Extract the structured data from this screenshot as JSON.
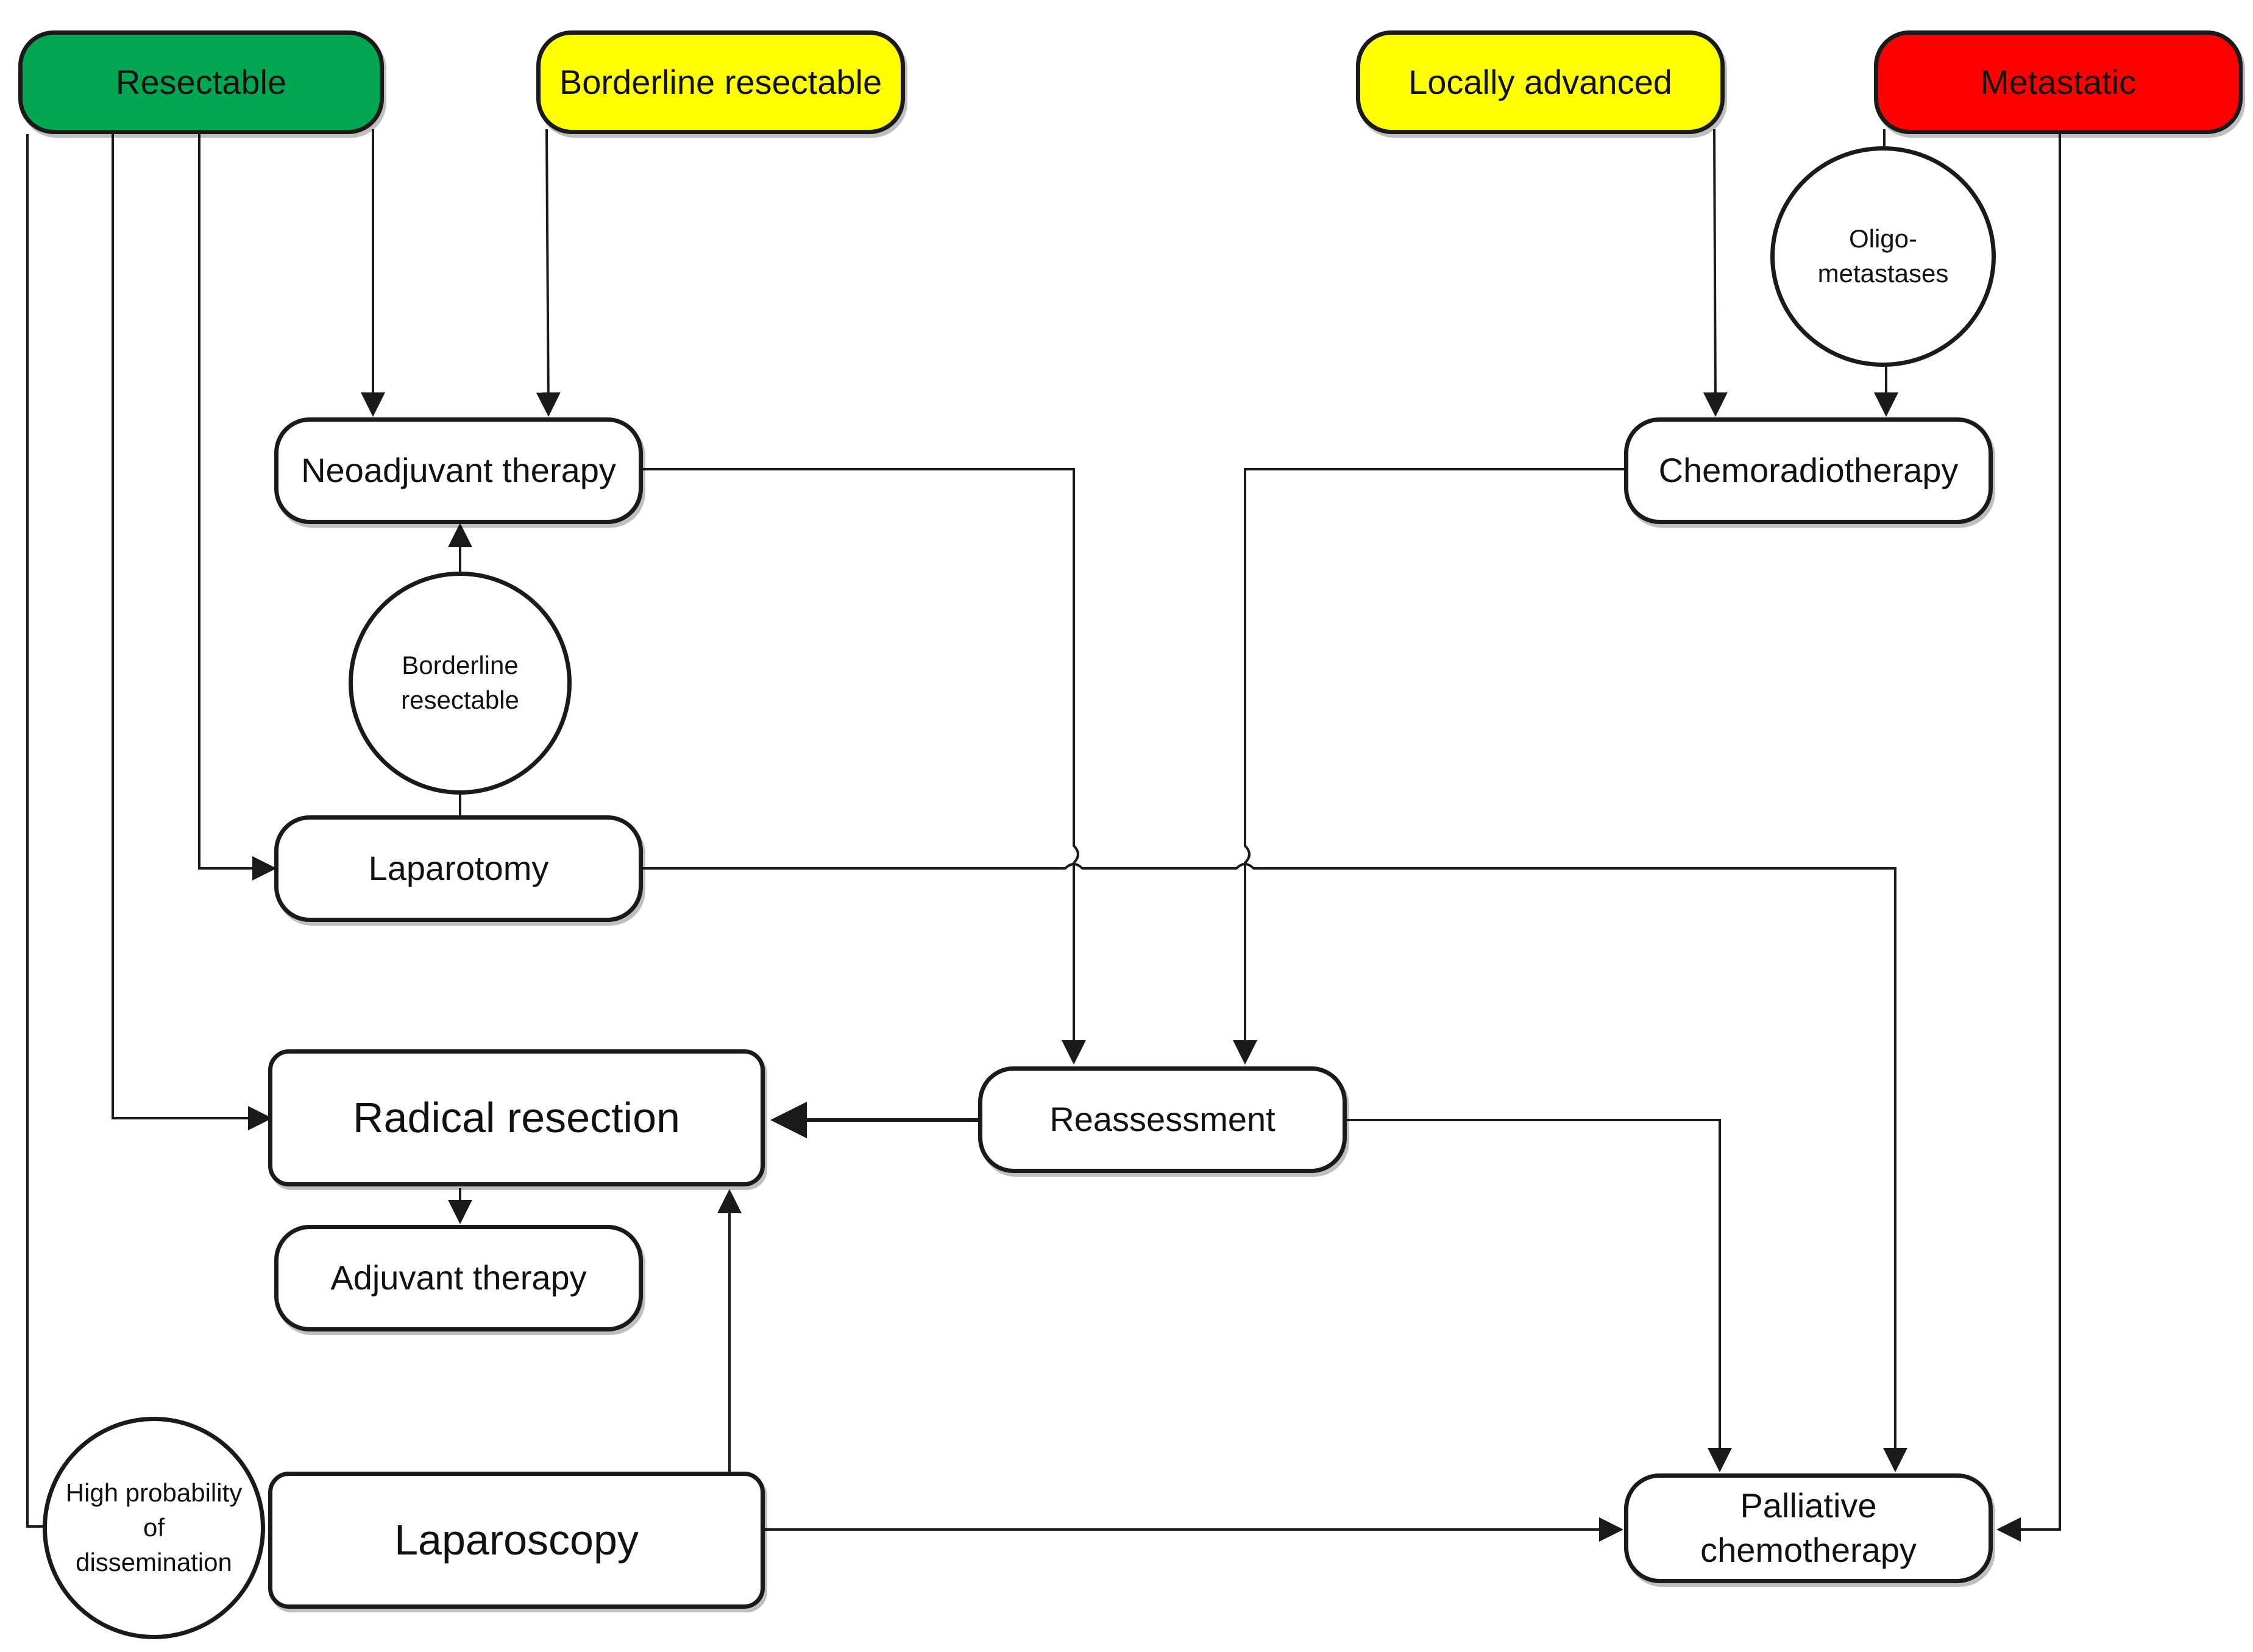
{
  "stages": {
    "resectable": {
      "label": "Resectable",
      "color": "#00a651"
    },
    "borderline": {
      "label": "Borderline resectable",
      "color": "#ffff00"
    },
    "locally_advanced": {
      "label": "Locally advanced",
      "color": "#ffff00"
    },
    "metastatic": {
      "label": "Metastatic",
      "color": "#ff0000"
    }
  },
  "nodes": {
    "neoadjuvant": "Neoadjuvant therapy",
    "chemoradiotherapy": "Chemoradiotherapy",
    "laparotomy": "Laparotomy",
    "radical_resection": "Radical resection",
    "reassessment": "Reassessment",
    "adjuvant": "Adjuvant therapy",
    "laparoscopy": "Laparoscopy",
    "palliative": "Palliative chemotherapy"
  },
  "circles": {
    "borderline_resectable": "Borderline resectable",
    "oligometastases": "Oligo-metastases",
    "high_probability": "High probability of dissemination"
  },
  "colors": {
    "line": "#1a1a1a"
  }
}
